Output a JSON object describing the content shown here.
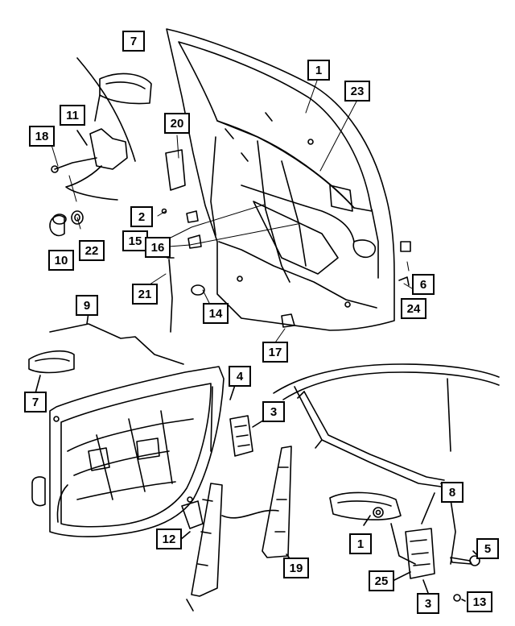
{
  "diagram": {
    "callouts": [
      {
        "id": "c7a",
        "text": "7"
      },
      {
        "id": "c1a",
        "text": "1"
      },
      {
        "id": "c23",
        "text": "23"
      },
      {
        "id": "c11",
        "text": "11"
      },
      {
        "id": "c20",
        "text": "20"
      },
      {
        "id": "c18",
        "text": "18"
      },
      {
        "id": "c2",
        "text": "2"
      },
      {
        "id": "c15",
        "text": "15"
      },
      {
        "id": "c16",
        "text": "16"
      },
      {
        "id": "c10",
        "text": "10"
      },
      {
        "id": "c22",
        "text": "22"
      },
      {
        "id": "c21",
        "text": "21"
      },
      {
        "id": "c6",
        "text": "6"
      },
      {
        "id": "c24",
        "text": "24"
      },
      {
        "id": "c14",
        "text": "14"
      },
      {
        "id": "c17",
        "text": "17"
      },
      {
        "id": "c9",
        "text": "9"
      },
      {
        "id": "c7b",
        "text": "7"
      },
      {
        "id": "c4",
        "text": "4"
      },
      {
        "id": "c3a",
        "text": "3"
      },
      {
        "id": "c8",
        "text": "8"
      },
      {
        "id": "c12",
        "text": "12"
      },
      {
        "id": "c1b",
        "text": "1"
      },
      {
        "id": "c5",
        "text": "5"
      },
      {
        "id": "c19",
        "text": "19"
      },
      {
        "id": "c25",
        "text": "25"
      },
      {
        "id": "c3b",
        "text": "3"
      },
      {
        "id": "c13",
        "text": "13"
      }
    ]
  }
}
